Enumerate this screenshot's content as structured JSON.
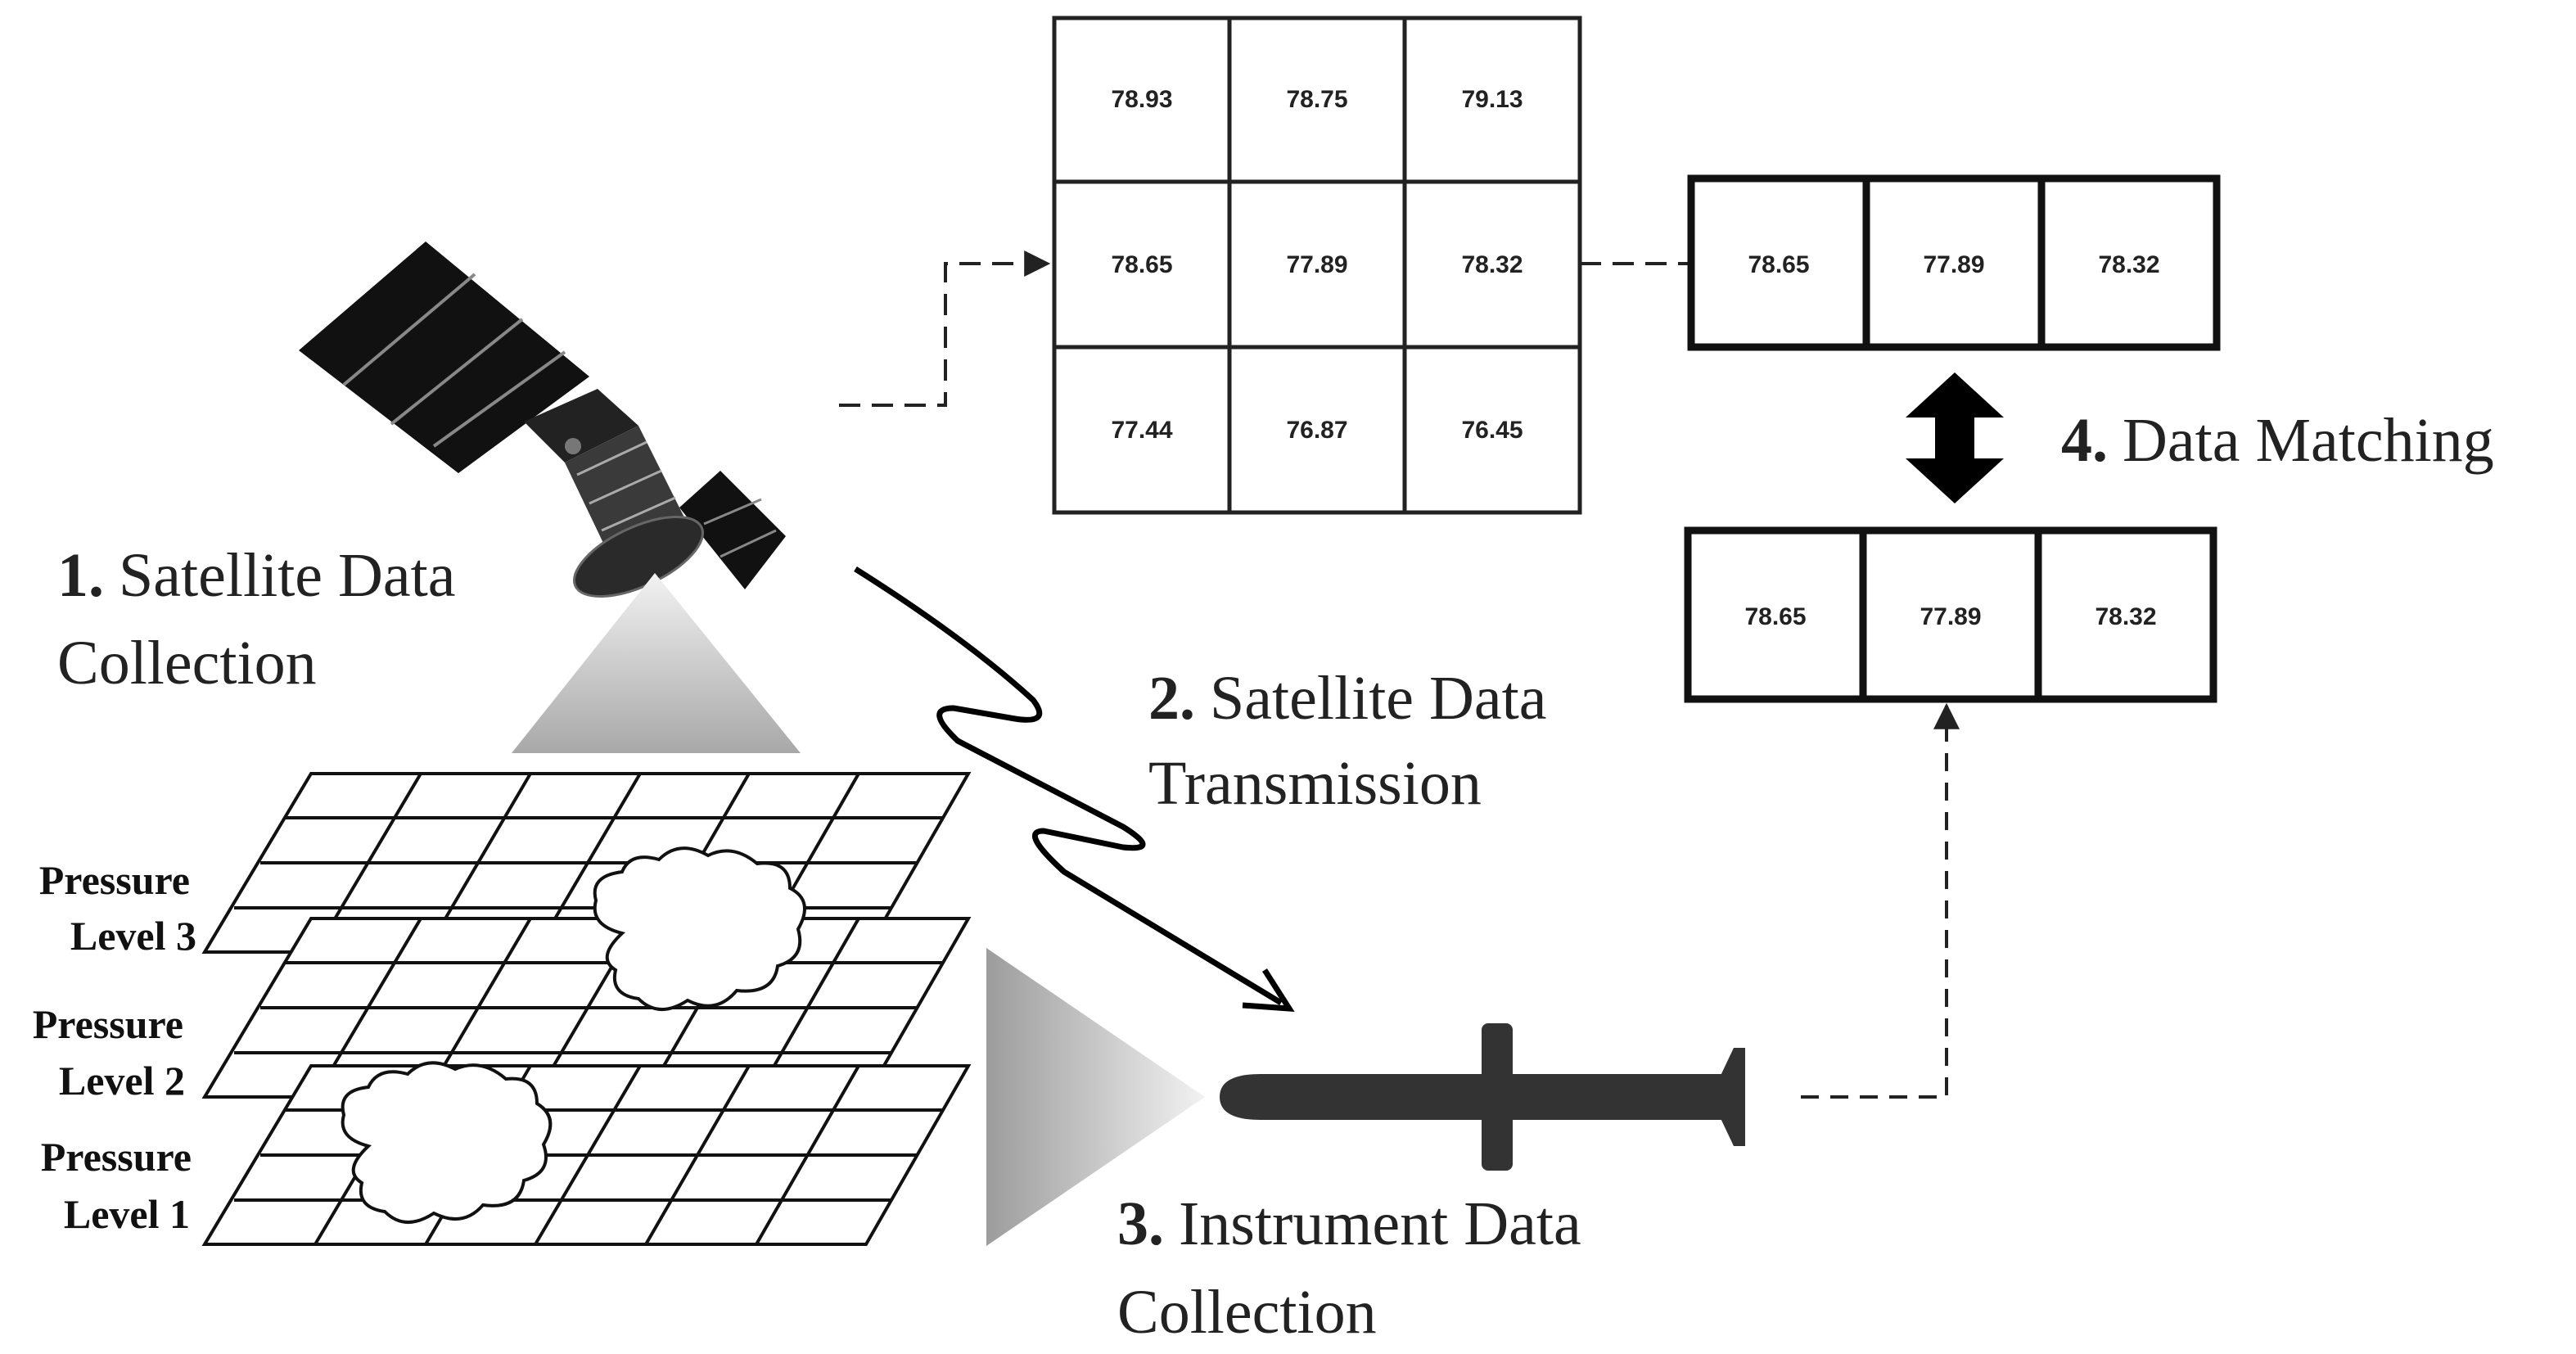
{
  "grid_values": [
    [
      "78.93",
      "78.75",
      "79.13"
    ],
    [
      "78.65",
      "77.89",
      "78.32"
    ],
    [
      "77.44",
      "76.87",
      "76.45"
    ]
  ],
  "matched_satellite_row": [
    "78.65",
    "77.89",
    "78.32"
  ],
  "matched_instrument_row": [
    "78.65",
    "77.89",
    "78.32"
  ],
  "steps": {
    "s1": {
      "num": "1.",
      "line1": "Satellite Data",
      "line2": "Collection"
    },
    "s2": {
      "num": "2.",
      "line1": "Satellite Data",
      "line2": "Transmission"
    },
    "s3": {
      "num": "3.",
      "line1": "Instrument Data",
      "line2": "Collection"
    },
    "s4": {
      "num": "4.",
      "line1": "Data Matching"
    }
  },
  "pressure_levels": [
    {
      "line1": "Pressure",
      "line2": "Level 3"
    },
    {
      "line1": "Pressure",
      "line2": "Level 2"
    },
    {
      "line1": "Pressure",
      "line2": "Level 1"
    }
  ],
  "icons": [
    "satellite-icon",
    "radiosonde-icon",
    "cloud-icon"
  ],
  "colors": {
    "ink": "#1a1a1a",
    "line": "#222222",
    "beam": "#b3b3b3"
  }
}
